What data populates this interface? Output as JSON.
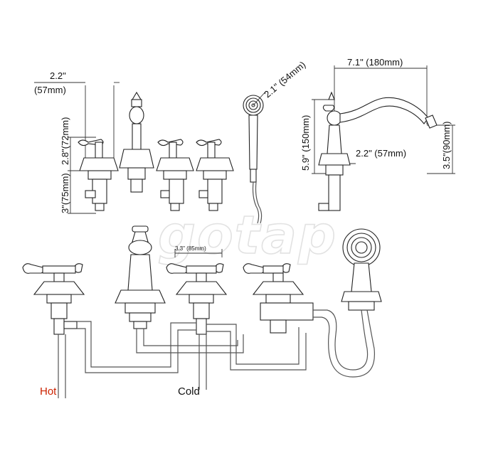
{
  "watermark": "gotap",
  "dimensions": {
    "handle_width_in": "2.2\"",
    "handle_width_mm": "(57mm)",
    "handle_height": "2.8\"(72mm)",
    "valve_height": "3\"(75mm)",
    "handshower_dia": "2.1\" (54mm)",
    "spout_reach": "7.1\" (180mm)",
    "spout_height": "5.9\" (150mm)",
    "spout_base": "2.2\" (57mm)",
    "spout_outlet": "3.5\"(90mm)",
    "handle_spacing": "3.3\" (85mm)"
  },
  "labels": {
    "hot": "Hot",
    "cold": "Cold"
  },
  "colors": {
    "hot": "#cc2200",
    "cold": "#111111",
    "line": "#222222"
  }
}
